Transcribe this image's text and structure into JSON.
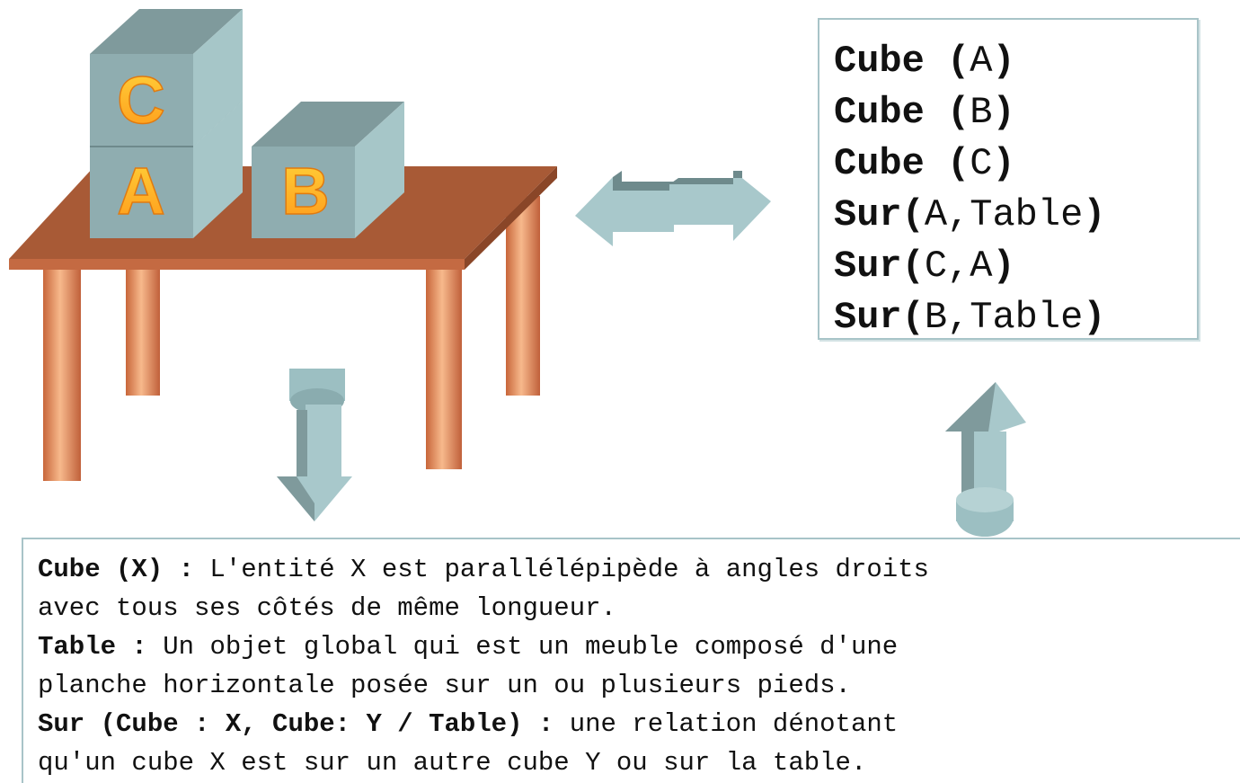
{
  "scene": {
    "cube_labels": [
      "C",
      "A",
      "B"
    ]
  },
  "facts": [
    {
      "pred": "Cube ",
      "args": "A"
    },
    {
      "pred": "Cube ",
      "args": "B"
    },
    {
      "pred": "Cube ",
      "args": "C"
    },
    {
      "pred": "Sur",
      "args": "A,Table"
    },
    {
      "pred": "Sur",
      "args": "C,A"
    },
    {
      "pred": "Sur",
      "args": "B,Table"
    }
  ],
  "definitions": {
    "cube_term": "Cube (X) :",
    "cube_def_1": " L'entité X est parallélépipède à angles droits",
    "cube_def_2": "avec tous ses côtés de même longueur.",
    "table_term": "Table :",
    "table_def_1": " Un objet global qui est un meuble composé d'une",
    "table_def_2": "planche horizontale posée sur un ou plusieurs pieds.",
    "sur_term": "Sur (Cube : X, Cube: Y / Table) :",
    "sur_def_1": " une relation dénotant",
    "sur_def_2": "qu'un cube X est sur un autre cube Y ou sur la table."
  }
}
